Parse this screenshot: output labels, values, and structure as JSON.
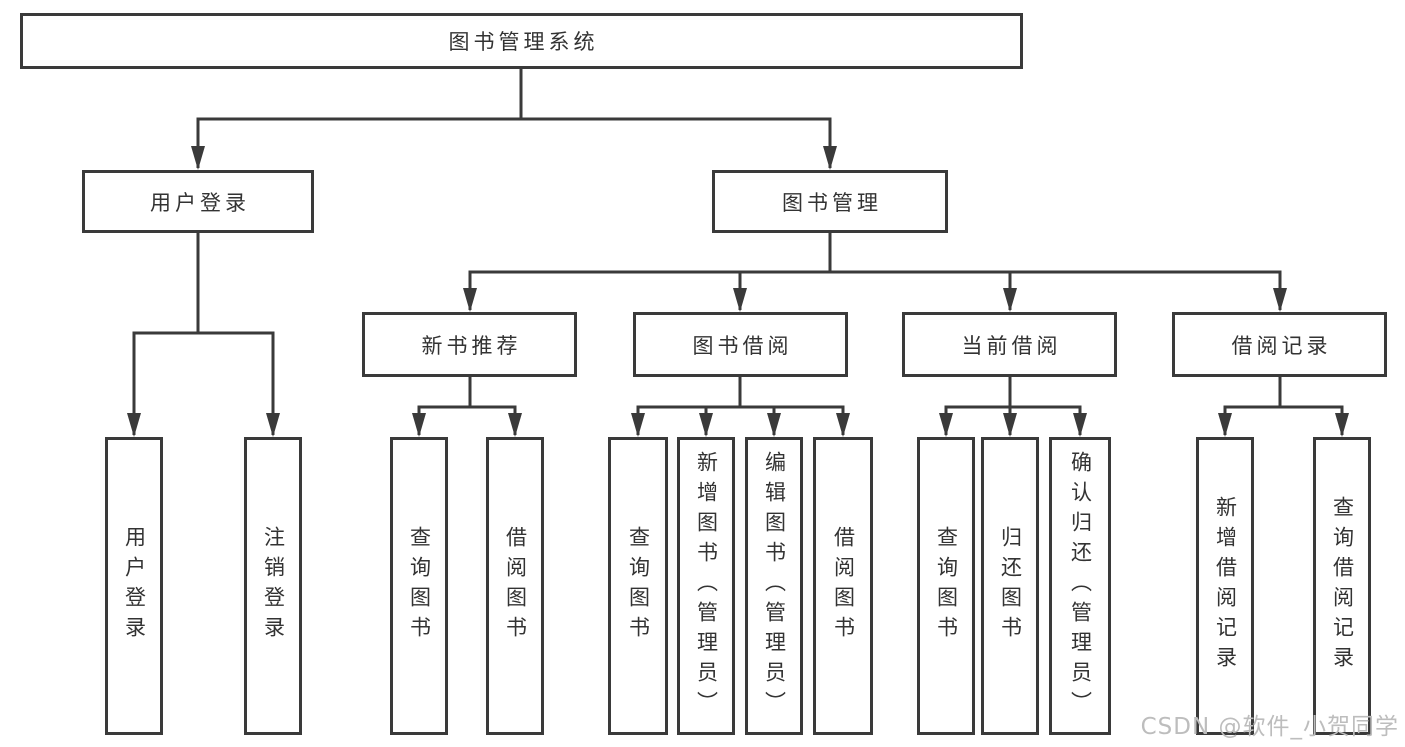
{
  "diagram": {
    "root": {
      "label": "图书管理系统"
    },
    "level2": [
      {
        "label": "用户登录",
        "parent": "图书管理系统"
      },
      {
        "label": "图书管理",
        "parent": "图书管理系统"
      }
    ],
    "level3": [
      {
        "label": "新书推荐",
        "parent": "图书管理"
      },
      {
        "label": "图书借阅",
        "parent": "图书管理"
      },
      {
        "label": "当前借阅",
        "parent": "图书管理"
      },
      {
        "label": "借阅记录",
        "parent": "图书管理"
      }
    ],
    "leaves": [
      {
        "label": "用户登录",
        "parent": "用户登录"
      },
      {
        "label": "注销登录",
        "parent": "用户登录"
      },
      {
        "label": "查询图书",
        "parent": "新书推荐"
      },
      {
        "label": "借阅图书",
        "parent": "新书推荐"
      },
      {
        "label": "查询图书",
        "parent": "图书借阅"
      },
      {
        "label": "新增图书（管理员）",
        "parent": "图书借阅"
      },
      {
        "label": "编辑图书（管理员）",
        "parent": "图书借阅"
      },
      {
        "label": "借阅图书",
        "parent": "图书借阅"
      },
      {
        "label": "查询图书",
        "parent": "当前借阅"
      },
      {
        "label": "归还图书",
        "parent": "当前借阅"
      },
      {
        "label": "确认归还（管理员）",
        "parent": "当前借阅"
      },
      {
        "label": "新增借阅记录",
        "parent": "借阅记录"
      },
      {
        "label": "查询借阅记录",
        "parent": "借阅记录"
      }
    ]
  },
  "colors": {
    "line": "#3a3a3a",
    "text": "#333333",
    "background": "#ffffff",
    "watermark": "#bdbdbd"
  },
  "watermark": {
    "text": "CSDN @软件_小贺同学"
  }
}
